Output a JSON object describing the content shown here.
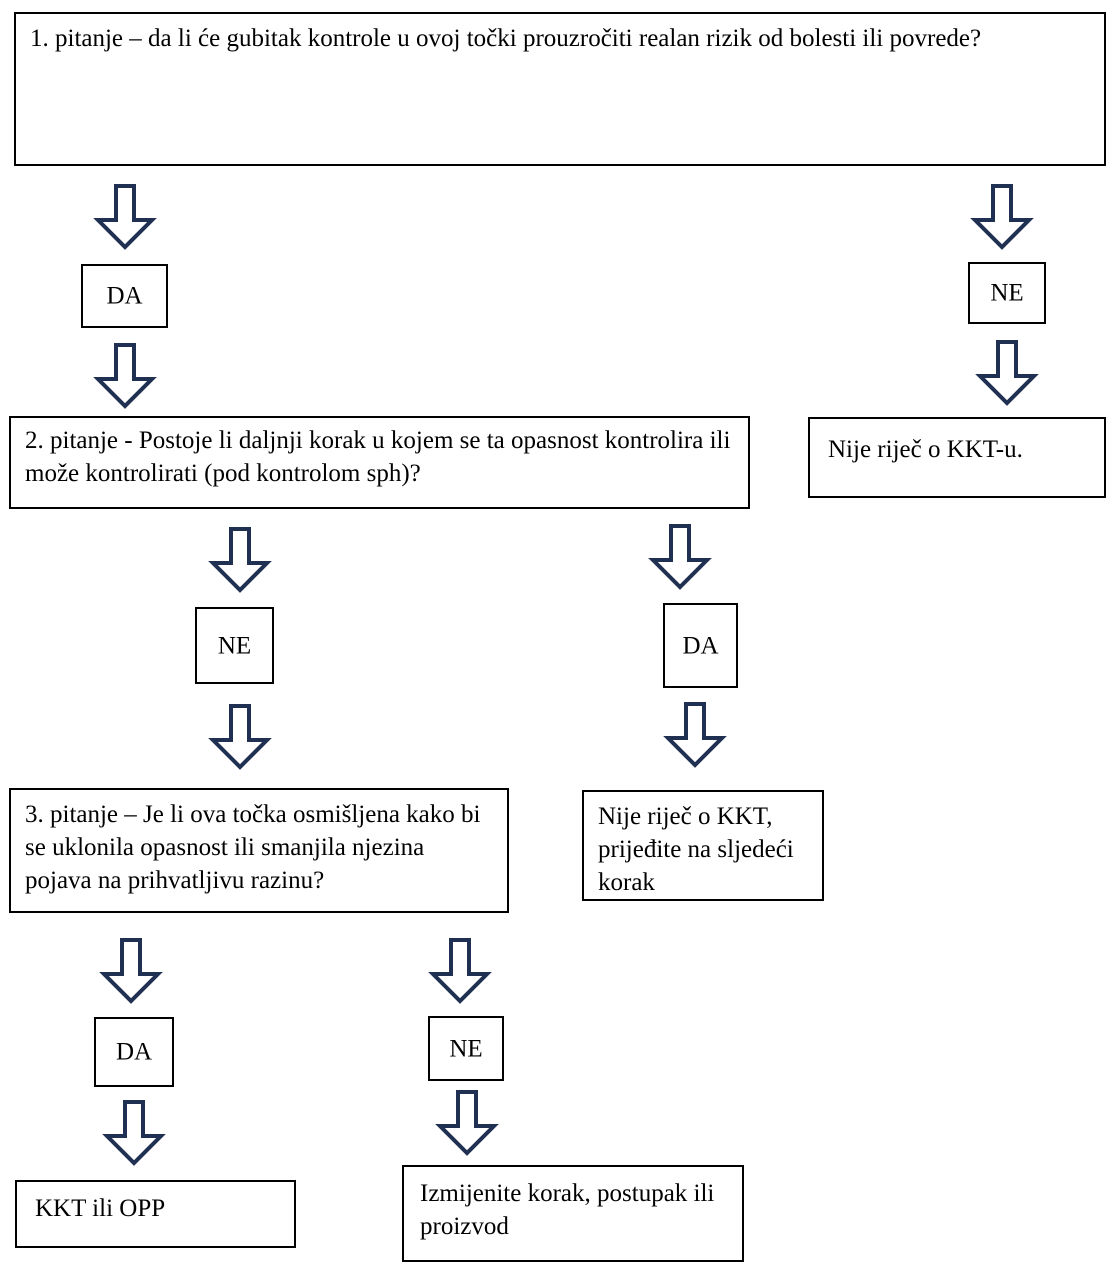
{
  "diagram": {
    "title": "HACCP decision tree (CCP determination)",
    "language": "hr",
    "colors": {
      "box_border": "#000000",
      "arrow_stroke": "#1F3052",
      "arrow_fill": "#FFFFFF",
      "background": "#FFFFFF",
      "text": "#000000"
    }
  },
  "nodes": {
    "q1": {
      "label": "1. pitanje – da li će gubitak kontrole u ovoj točki prouzročiti realan rizik od bolesti ili povrede?"
    },
    "q1_yes": {
      "label": "DA"
    },
    "q1_no": {
      "label": "NE"
    },
    "not_ccp_1": {
      "label": "Nije riječ o KKT-u."
    },
    "q2": {
      "label": "2. pitanje - Postoje li daljnji korak u kojem se ta opasnost kontrolira ili može kontrolirati (pod kontrolom sph)?"
    },
    "q2_no": {
      "label": "NE"
    },
    "q2_yes": {
      "label": "DA"
    },
    "not_ccp_2": {
      "label": "Nije riječ o KKT, prijeđite na sljedeći korak"
    },
    "q3": {
      "label": "3. pitanje – Je li ova točka osmišljena kako bi se uklonila opasnost ili smanjila njezina pojava na prihvatljivu razinu?"
    },
    "q3_yes": {
      "label": "DA"
    },
    "q3_no": {
      "label": "NE"
    },
    "ccp_result": {
      "label": "KKT ili OPP"
    },
    "modify_result": {
      "label": "Izmijenite korak, postupak ili proizvod"
    }
  },
  "arrows": {
    "q1_to_yes": {
      "name": "down-arrow"
    },
    "q1_to_no": {
      "name": "down-arrow"
    },
    "yes_to_q2": {
      "name": "down-arrow"
    },
    "no_to_not_ccp": {
      "name": "down-arrow"
    },
    "q2_to_no": {
      "name": "down-arrow"
    },
    "q2_to_yes": {
      "name": "down-arrow"
    },
    "no_to_q3": {
      "name": "down-arrow"
    },
    "yes_to_not_ccp2": {
      "name": "down-arrow"
    },
    "q3_to_yes": {
      "name": "down-arrow"
    },
    "q3_to_no": {
      "name": "down-arrow"
    },
    "yes_to_ccp": {
      "name": "down-arrow"
    },
    "no_to_modify": {
      "name": "down-arrow"
    }
  }
}
